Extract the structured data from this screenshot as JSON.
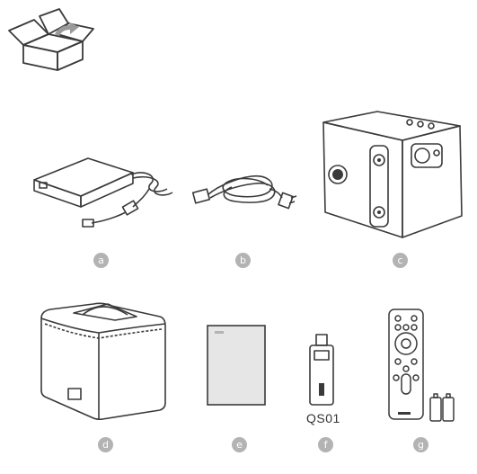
{
  "header_icon": "open-box-icon",
  "items": [
    {
      "letter": "a",
      "icon": "power-adapter-icon"
    },
    {
      "letter": "b",
      "icon": "power-cord-icon"
    },
    {
      "letter": "c",
      "icon": "projector-icon"
    },
    {
      "letter": "d",
      "icon": "carrying-bag-icon"
    },
    {
      "letter": "e",
      "icon": "documentation-icon"
    },
    {
      "letter": "f",
      "icon": "streaming-dongle-icon",
      "model": "QS01"
    },
    {
      "letter": "g",
      "icon": "remote-control-with-batteries-icon"
    }
  ],
  "colors": {
    "line": "#3a3a3a",
    "badge": "#b3b3b3",
    "accent": "#f0a070"
  }
}
